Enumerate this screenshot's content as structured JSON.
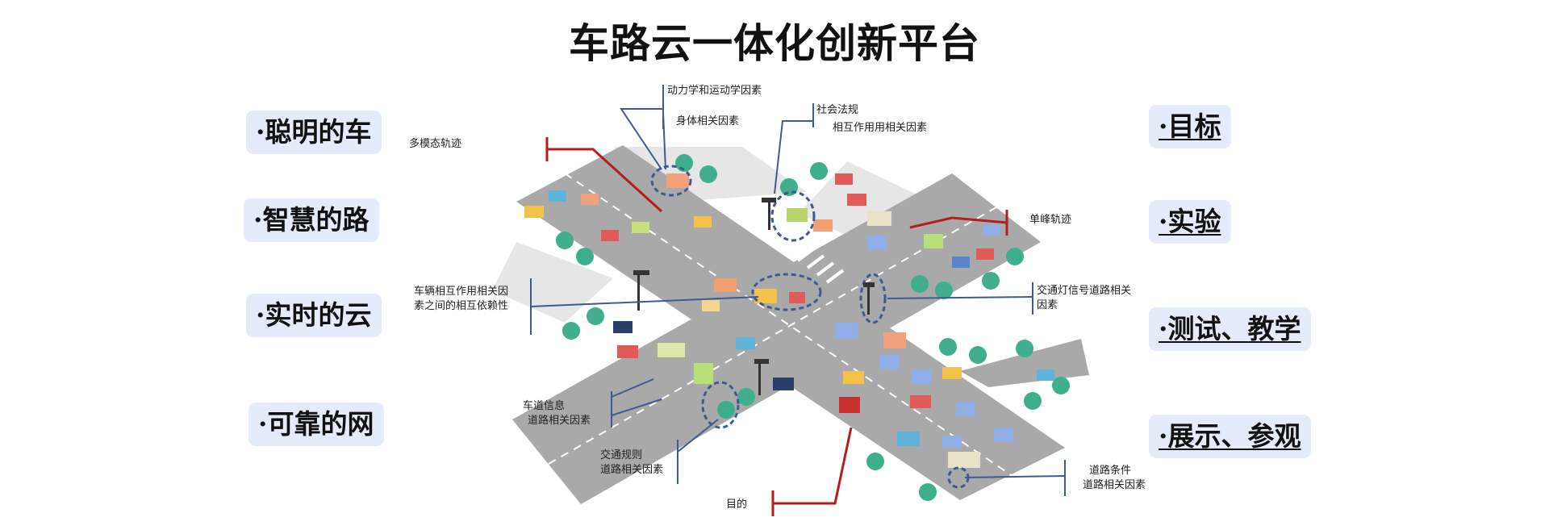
{
  "title": "车路云一体化创新平台",
  "left_items": [
    "·聪明的车",
    "·智慧的路",
    "·实时的云",
    "·可靠的网"
  ],
  "right_items": [
    "·目标",
    "·实验",
    "·测试、教学",
    "·展示、参观"
  ],
  "annotations": {
    "dynamics": "动力学和运动学因素",
    "body": "身体相关因素",
    "social": "社会法规",
    "interaction": "相互作用用相关因素",
    "multimodal": "多模态轨迹",
    "single_peak": "单峰轨迹",
    "vehicle_interaction_1": "车辆相互作用相关因",
    "vehicle_interaction_2": "素之间的相互依赖性",
    "traffic_light_1": "交通灯信号道路相关",
    "traffic_light_2": "因素",
    "lane_info_1": "车道信息",
    "lane_info_2": "道路相关因素",
    "traffic_rules_1": "交通规则",
    "traffic_rules_2": "道路相关因素",
    "road_cond_1": "道路条件",
    "road_cond_2": "道路相关因素",
    "goal": "目的"
  },
  "colors": {
    "chip_bg": "#e4ebfa",
    "road": "#a9a9a9",
    "grass": "#e6e6e6",
    "marker_blue": "#3f5a93",
    "marker_red": "#b21e1e"
  }
}
